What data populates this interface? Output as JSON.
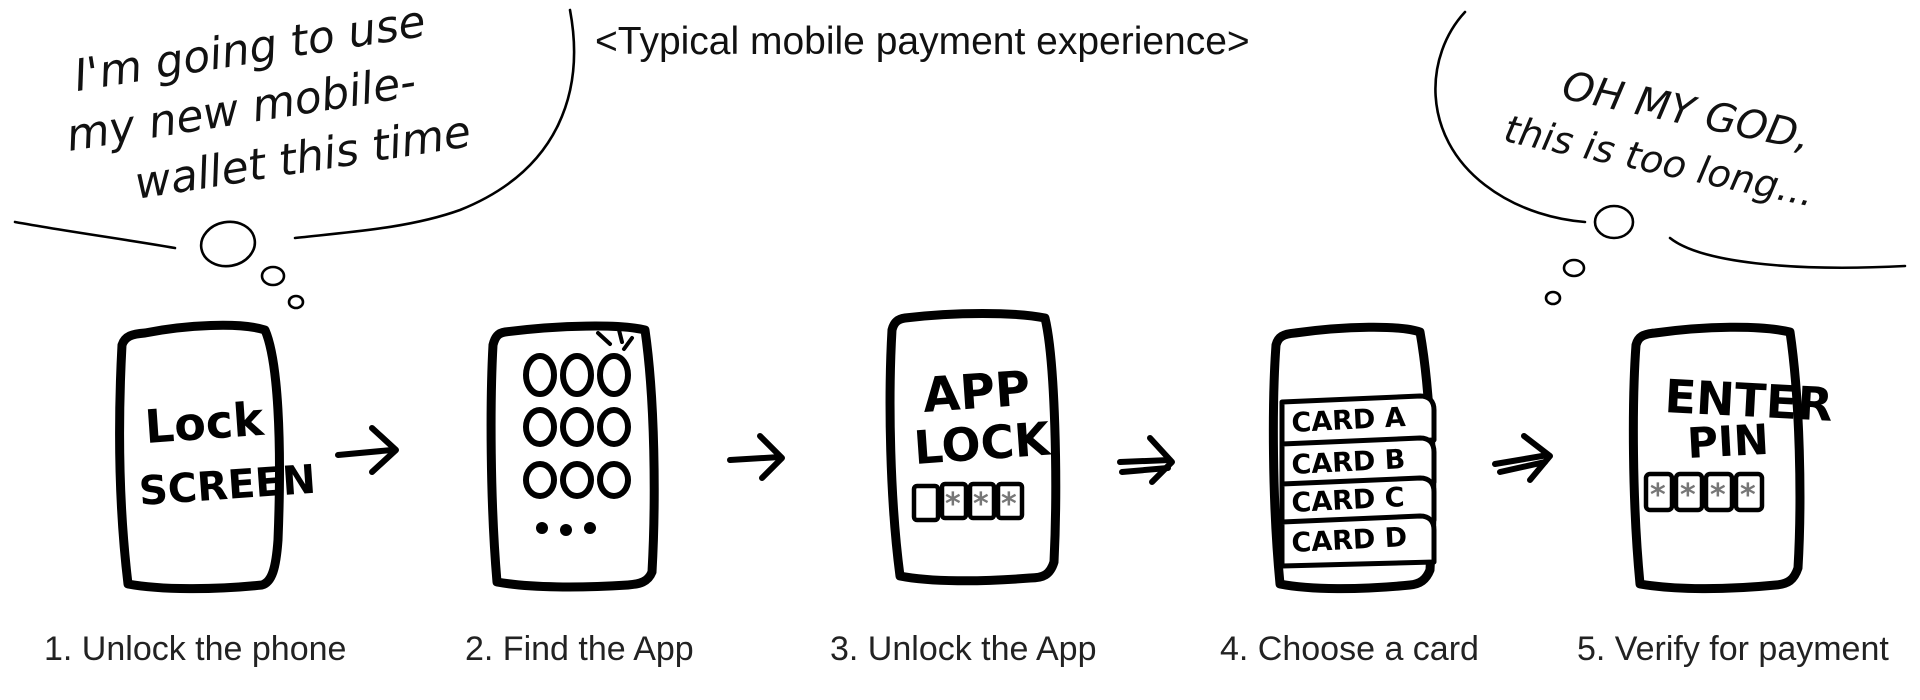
{
  "diagram": {
    "title": "<Typical mobile payment experience>",
    "thought_start": {
      "lines": [
        "I'm going to use",
        "my new mobile-",
        "wallet this time"
      ]
    },
    "thought_end": {
      "lines": [
        "OH MY GOD,",
        "this is too long..."
      ]
    },
    "steps": [
      {
        "caption": "1. Unlock the phone",
        "screen_lines": [
          "Lock",
          "SCREEN"
        ]
      },
      {
        "caption": "2. Find the App",
        "screen_lines": []
      },
      {
        "caption": "3. Unlock the App",
        "screen_lines": [
          "APP",
          "LOCK"
        ],
        "pin_mark": "*"
      },
      {
        "caption": "4. Choose a card",
        "screen_lines": [
          "CARD A",
          "CARD B",
          "CARD C",
          "CARD D"
        ]
      },
      {
        "caption": "5. Verify for payment",
        "screen_lines": [
          "ENTER",
          "PIN"
        ],
        "pin_mark": "*"
      }
    ],
    "colors": {
      "ink": "#000000",
      "text": "#222222",
      "pin_mark": "#777777",
      "background": "#ffffff"
    },
    "icons": [
      "thought-bubble-icon",
      "arrow-right-icon",
      "app-grid-icon",
      "notification-sparkle-icon"
    ]
  }
}
